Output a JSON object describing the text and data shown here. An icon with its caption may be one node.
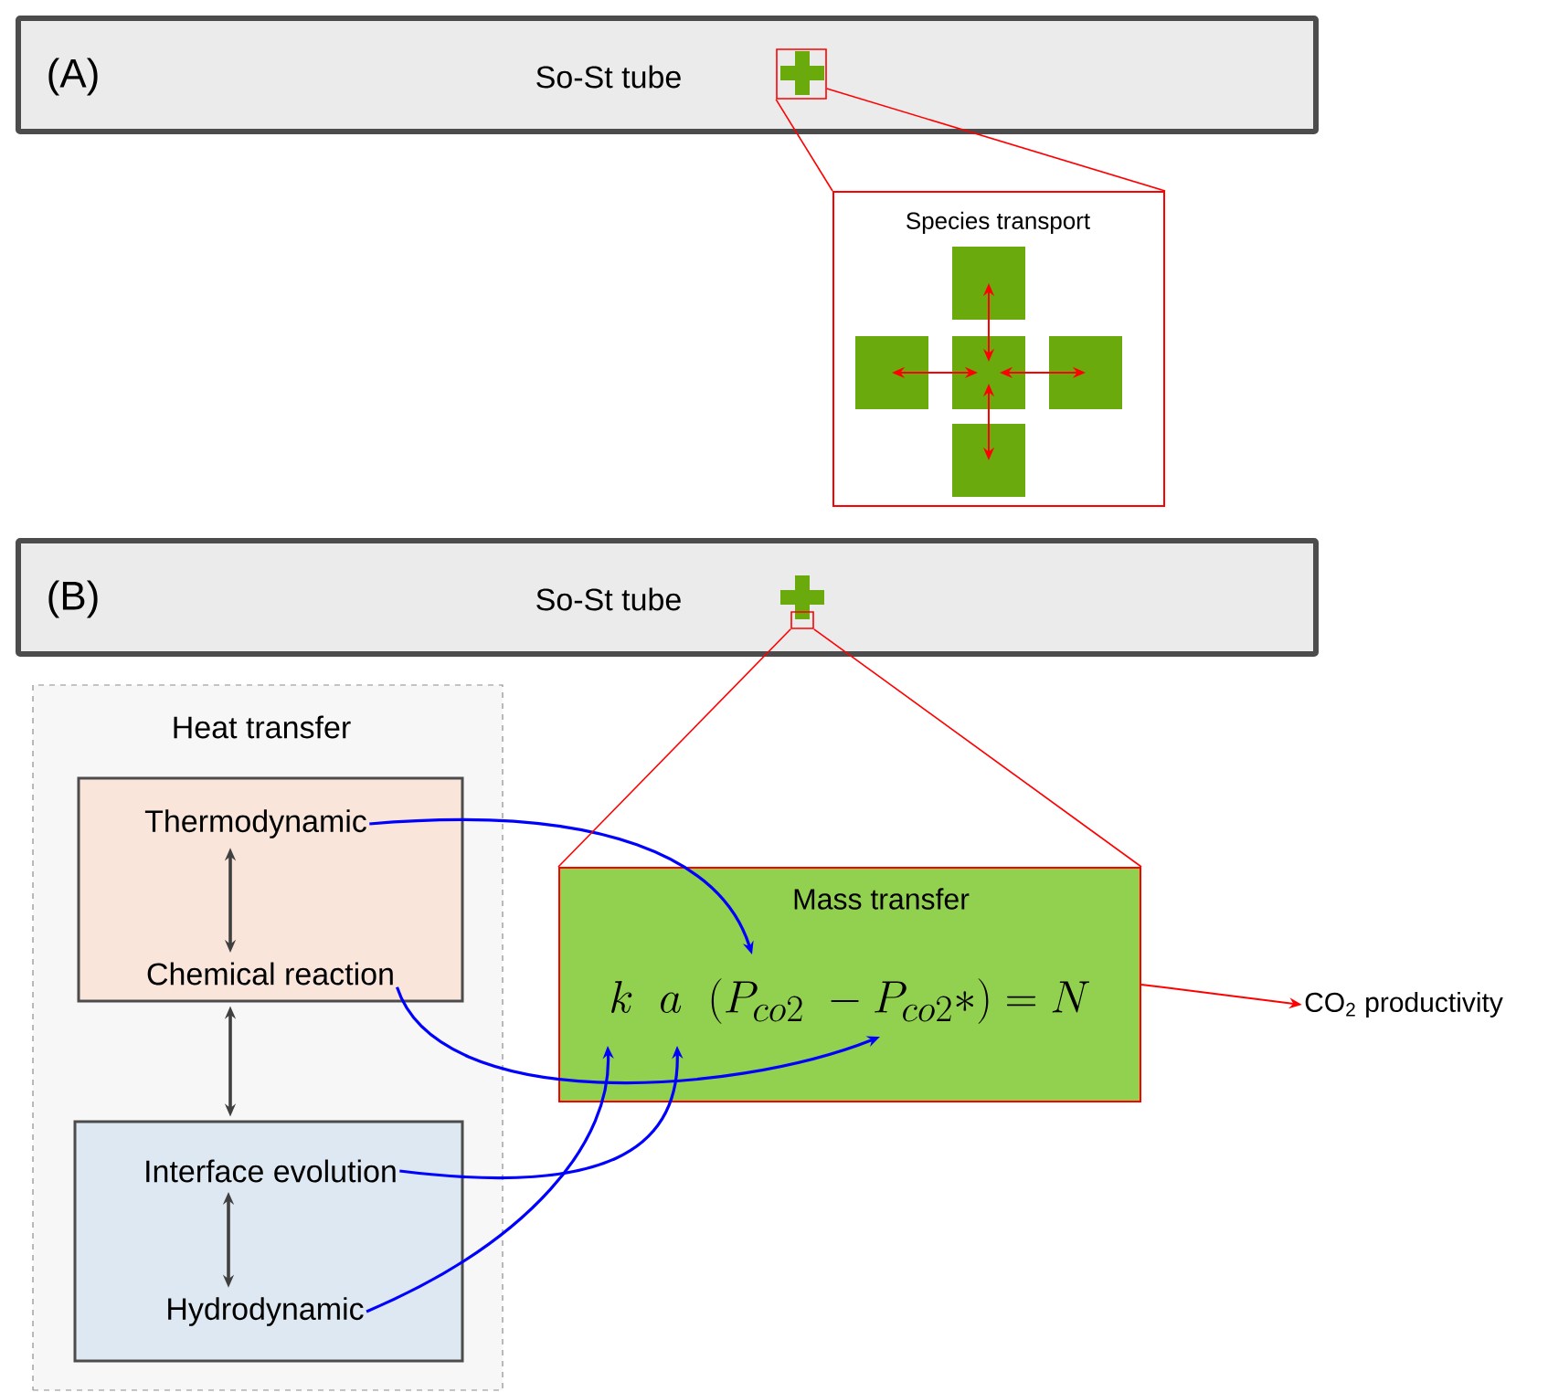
{
  "diagram": {
    "nodes": [
      {
        "text": [
          "(A)",
          "So-St tube"
        ]
      },
      {
        "text": [
          "Species transport"
        ]
      },
      {
        "text": [],
        "shape": "box",
        "in": 1
      },
      {
        "text": [],
        "shape": "box",
        "in": 1
      },
      {
        "text": [],
        "shape": "box",
        "in": 1
      },
      {
        "text": [],
        "shape": "box",
        "in": 1
      },
      {
        "text": [],
        "shape": "box",
        "in": 1
      },
      {
        "text": [
          "(B)",
          "So-St tube"
        ]
      },
      {
        "text": [
          "Heat transfer"
        ]
      },
      {
        "text": [],
        "shape": "box",
        "in": 8
      },
      {
        "text": [
          "Thermodynamic"
        ],
        "in": 9
      },
      {
        "text": [
          "Chemical reaction"
        ],
        "in": 9
      },
      {
        "text": [],
        "shape": "box",
        "in": 8
      },
      {
        "text": [
          "Interface evolution"
        ],
        "in": 12
      },
      {
        "text": [
          "Hydrodynamic"
        ],
        "in": 12
      },
      {
        "text": [
          "Mass transfer",
          "k\\;\\;a\\;\\;(P_{co2}\\;-P_{co2}{*}) = N"
        ]
      },
      {
        "text": [
          "CO$_{2}$ productivity"
        ]
      },
      {
        "text": [],
        "shape": "box",
        "in": 0
      },
      {
        "text": [],
        "shape": "box",
        "in": 7
      }
    ],
    "edges": [
      {
        "from": 4,
        "to": 2,
        "arrow": "both",
        "color": "#ff0000"
      },
      {
        "from": 4,
        "to": 3,
        "arrow": "both",
        "color": "#ff0000"
      },
      {
        "from": 4,
        "to": 5,
        "arrow": "both",
        "color": "#ff0000"
      },
      {
        "from": 4,
        "to": 6,
        "arrow": "both",
        "color": "#ff0000"
      },
      {
        "from": 10,
        "to": 11,
        "arrow": "both",
        "color": "#404040"
      },
      {
        "from": 9,
        "to": 12,
        "arrow": "both",
        "color": "#404040"
      },
      {
        "from": 13,
        "to": 14,
        "arrow": "both",
        "color": "#404040"
      },
      {
        "from": 10,
        "to": 15,
        "arrow": "to",
        "color": "#0000ff"
      },
      {
        "from": 11,
        "to": 15,
        "arrow": "to",
        "color": "#0000ff"
      },
      {
        "from": 13,
        "to": 15,
        "arrow": "to",
        "color": "#0000ff"
      },
      {
        "from": 14,
        "to": 15,
        "arrow": "to",
        "color": "#0000ff"
      },
      {
        "from": 15,
        "to": 16,
        "arrow": "to",
        "color": "#ff0000"
      },
      {
        "from": 17,
        "to": 1,
        "arrow": "none",
        "color": "#ff0000"
      },
      {
        "from": 17,
        "to": 1,
        "arrow": "none",
        "color": "#ff0000"
      },
      {
        "from": 18,
        "to": 15,
        "arrow": "none",
        "color": "#ff0000"
      },
      {
        "from": 18,
        "to": 15,
        "arrow": "none",
        "color": "#ff0000"
      }
    ]
  }
}
